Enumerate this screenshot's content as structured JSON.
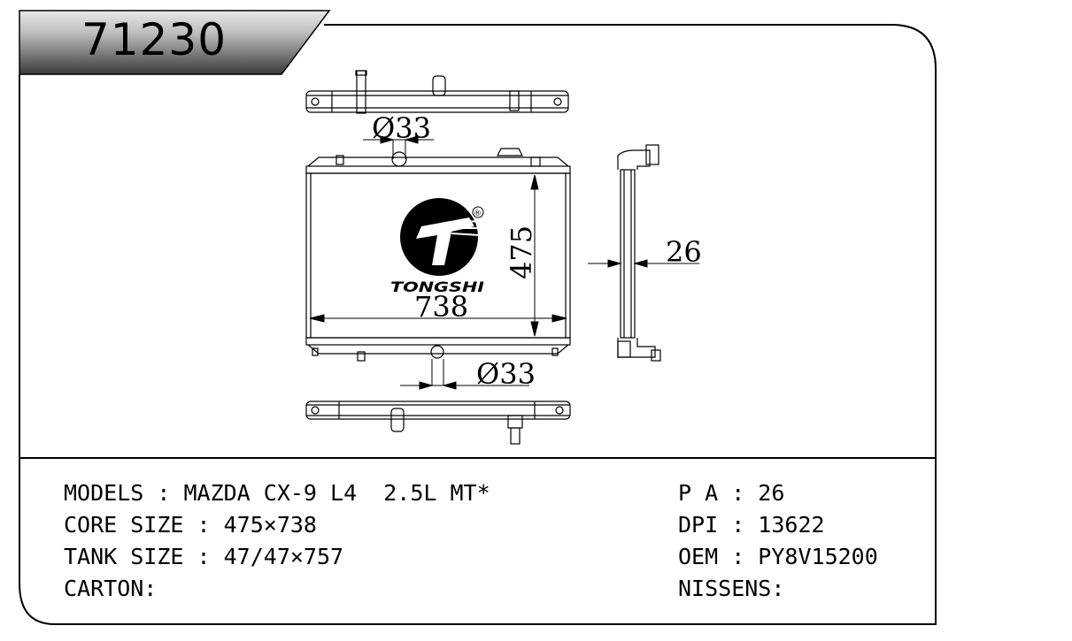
{
  "part_number": "71230",
  "specs_left": [
    {
      "key": "models",
      "text": "MODELS : MAZDA CX-9 L4  2.5L MT*"
    },
    {
      "key": "core_size",
      "text": "CORE SIZE : 475×738"
    },
    {
      "key": "tank_size",
      "text": "TANK SIZE : 47/47×757"
    },
    {
      "key": "carton",
      "text": "CARTON:"
    }
  ],
  "specs_right": [
    {
      "key": "pa",
      "text": "P A : 26"
    },
    {
      "key": "dpi",
      "text": "DPI : 13622"
    },
    {
      "key": "oem",
      "text": "OEM : PY8V15200"
    },
    {
      "key": "nissens",
      "text": "NISSENS:"
    }
  ],
  "dimensions": {
    "inlet_diameter": "Ø33",
    "outlet_diameter": "Ø33",
    "height": "475",
    "width": "738",
    "thickness": "26"
  },
  "brand": {
    "name": "TONGSHI",
    "registered": "®"
  }
}
